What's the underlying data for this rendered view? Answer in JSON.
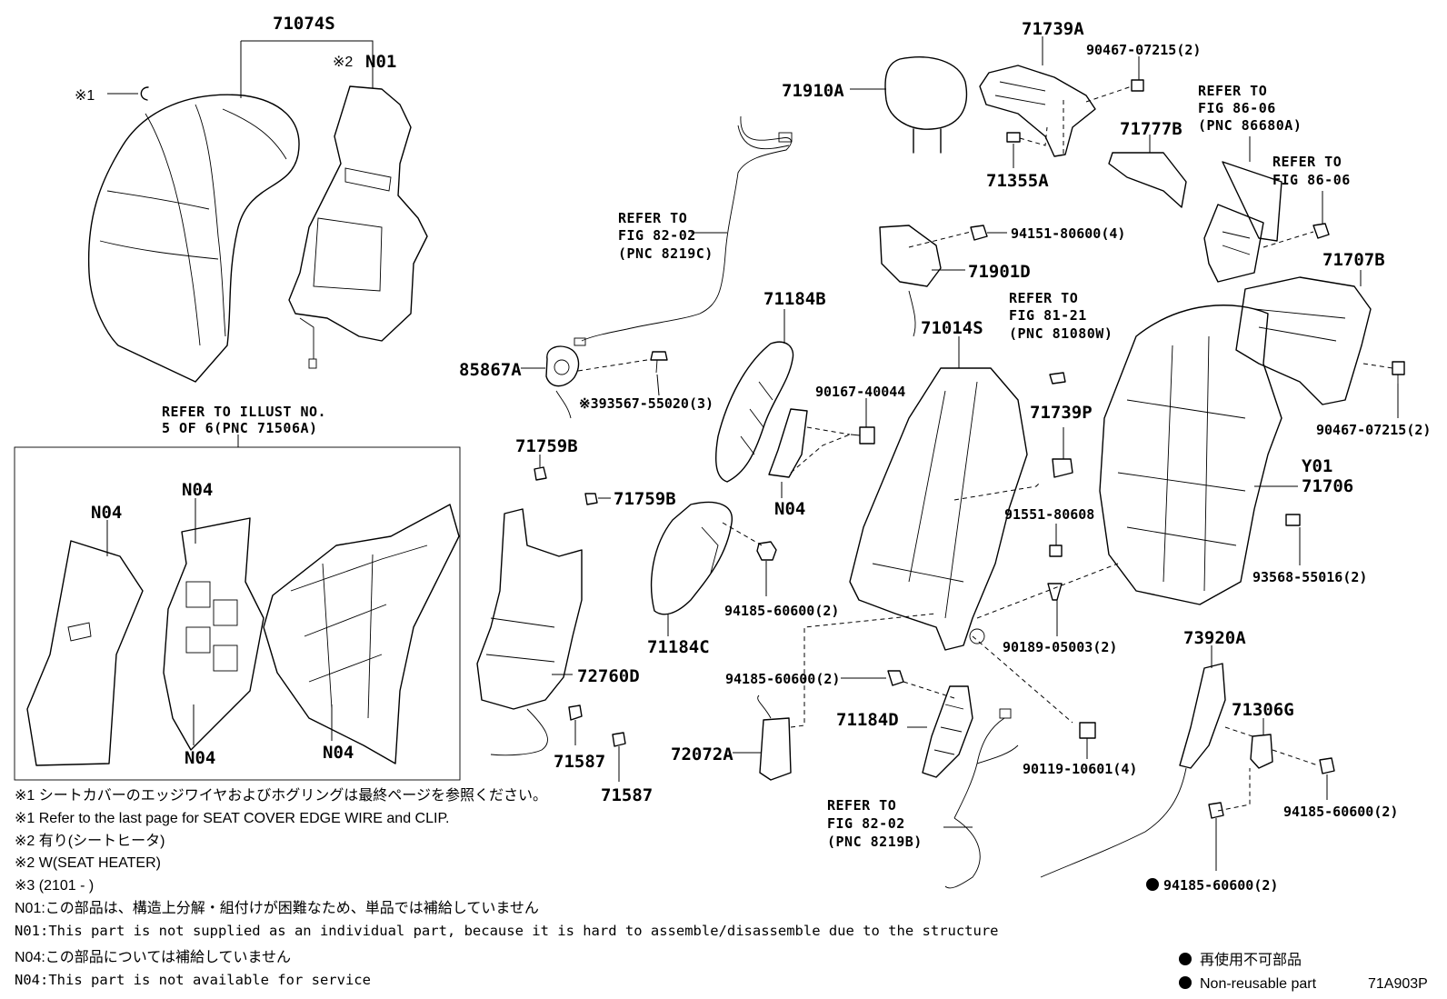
{
  "labels": {
    "l_71074S": "71074S",
    "l_N01": "N01",
    "l_mark1": "※1",
    "l_mark2": "※2",
    "l_refer_illust_1": "REFER TO ILLUST NO.",
    "l_refer_illust_2": "5 OF 6(PNC 71506A)",
    "l_N04_a": "N04",
    "l_N04_b": "N04",
    "l_N04_c": "N04",
    "l_N04_d": "N04",
    "l_N04_e": "N04",
    "l_refer82_1": "REFER TO",
    "l_refer82_2": "FIG 82-02",
    "l_refer82_3": "(PNC 8219C)",
    "l_71910A": "71910A",
    "l_71739A": "71739A",
    "l_90467_a": "90467-07215(2)",
    "l_71355A": "71355A",
    "l_71777B": "71777B",
    "l_refer86a_1": "REFER TO",
    "l_refer86a_2": "FIG 86-06",
    "l_refer86a_3": "(PNC 86680A)",
    "l_refer86b_1": "REFER TO",
    "l_refer86b_2": "FIG 86-06",
    "l_94151": "94151-80600(4)",
    "l_71901D": "71901D",
    "l_71707B": "71707B",
    "l_71184B": "71184B",
    "l_71014S": "71014S",
    "l_refer81_1": "REFER TO",
    "l_refer81_2": "FIG 81-21",
    "l_refer81_3": "(PNC 81080W)",
    "l_85867A": "85867A",
    "l_93567": "※393567-55020(3)",
    "l_90167": "90167-40044",
    "l_71739P": "71739P",
    "l_90467_b": "90467-07215(2)",
    "l_71759B_a": "71759B",
    "l_71759B_b": "71759B",
    "l_Y01": "Y01",
    "l_71706": "71706",
    "l_91551": "91551-80608",
    "l_93568": "93568-55016(2)",
    "l_94185_a": "94185-60600(2)",
    "l_71184C": "71184C",
    "l_90189": "90189-05003(2)",
    "l_94185_b": "94185-60600(2)",
    "l_73920A": "73920A",
    "l_72760D": "72760D",
    "l_71184D": "71184D",
    "l_71306G": "71306G",
    "l_90119": "90119-10601(4)",
    "l_94185_c": "94185-60600(2)",
    "l_72072A": "72072A",
    "l_71587_a": "71587",
    "l_71587_b": "71587",
    "l_refer82b_1": "REFER TO",
    "l_refer82b_2": "FIG 82-02",
    "l_refer82b_3": "(PNC 8219B)",
    "l_94185_d": "94185-60600(2)",
    "l_code": "71A903P"
  },
  "notes": {
    "n1_jp": "※1 シートカバーのエッジワイヤおよびホグリングは最終ページを参照ください。",
    "n1_en": "※1 Refer to the last page for SEAT COVER EDGE WIRE and CLIP.",
    "n2_jp": "※2 有り(シートヒータ)",
    "n2_en": "※2 W(SEAT HEATER)",
    "n3": "※3 (2101 -     )",
    "n01_jp": "N01:この部品は、構造上分解・組付けが困難なため、単品では補給していません",
    "n01_en": "N01:This part is not supplied as an individual part, because it is hard to assemble/disassemble due to the structure",
    "n04_jp": "N04:この部品については補給していません",
    "n04_en": "N04:This part is not available for service"
  },
  "legend": {
    "jp": "再使用不可部品",
    "en": "Non-reusable part"
  },
  "icons": {
    "clip_symbol": "C-clip-icon",
    "non_reusable_marker": "filled-circle-icon"
  }
}
